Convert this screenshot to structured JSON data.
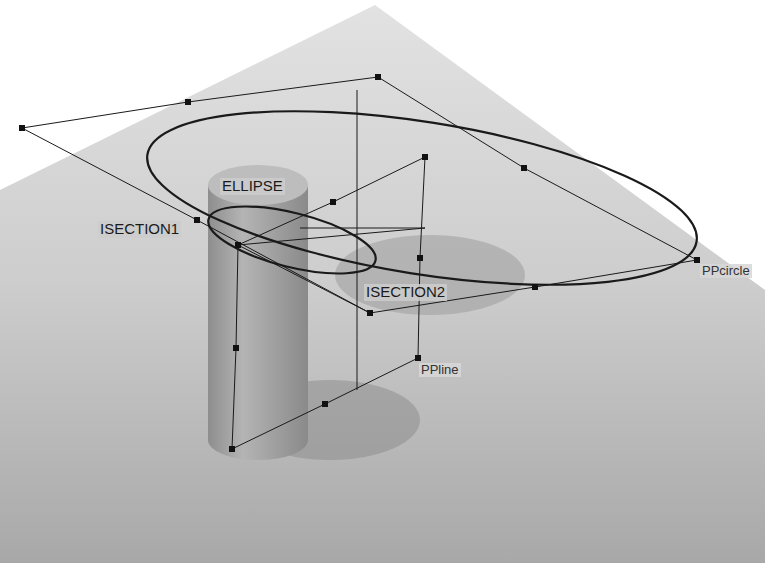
{
  "diagram": {
    "labels": [
      "ELLIPSE",
      "ISECTION1",
      "ISECTION2",
      "PPcircle",
      "PPline"
    ]
  }
}
